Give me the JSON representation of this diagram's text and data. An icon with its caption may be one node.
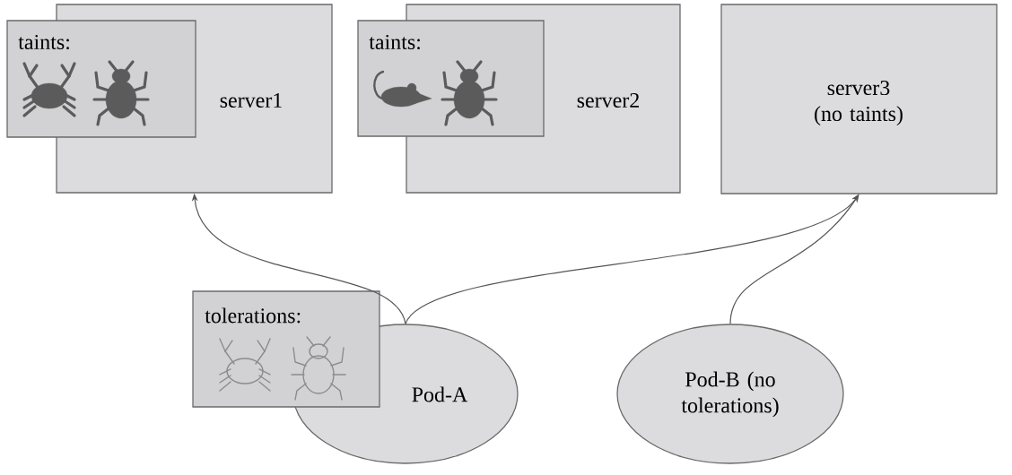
{
  "diagram": {
    "nodes": [
      {
        "text": [
          "server1"
        ]
      },
      {
        "text": [
          "taints:"
        ]
      },
      {
        "text": [
          "server2"
        ]
      },
      {
        "text": [
          "taints:"
        ]
      },
      {
        "text": [
          "server3 (no taints)"
        ]
      },
      {
        "text": [
          "Pod-A"
        ]
      },
      {
        "text": [
          "tolerations:"
        ]
      },
      {
        "text": [
          "Pod-B (no tolerations)"
        ]
      }
    ],
    "edges": [
      {
        "from": 5,
        "to": 0,
        "arrow": "to"
      },
      {
        "from": 5,
        "to": 4,
        "arrow": "to"
      },
      {
        "from": 7,
        "to": 4,
        "arrow": "to"
      }
    ]
  }
}
